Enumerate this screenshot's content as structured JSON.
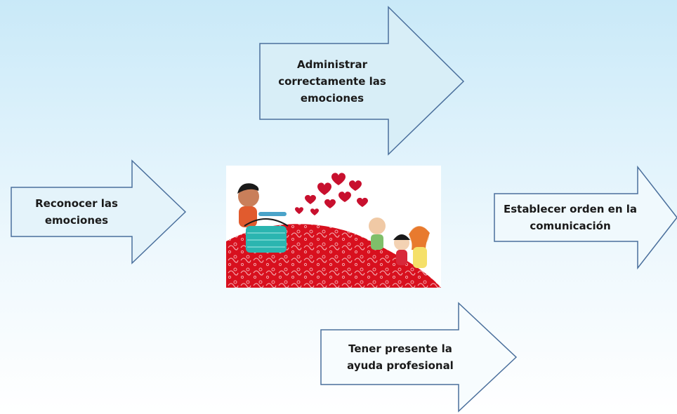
{
  "arrows": {
    "top": "Administrar correctamente las emociones",
    "left": "Reconocer las emociones",
    "right": "Establecer orden en la comunicación",
    "bottom": "Tener presente la ayuda profesional"
  },
  "illustration": {
    "subject": "cartoon children with basket of hearts",
    "hearts_color": "#c8102e"
  },
  "caption": "",
  "colors": {
    "arrow_fill": "#d4ecf6",
    "arrow_stroke": "#4a6f9c"
  }
}
